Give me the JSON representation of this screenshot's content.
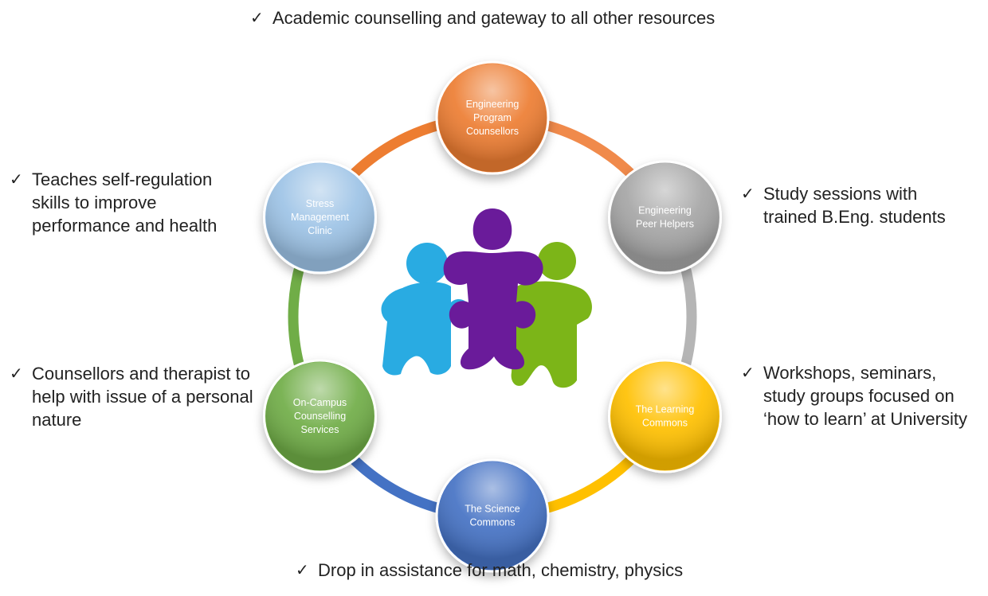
{
  "diagram": {
    "nodes": [
      {
        "id": "epc",
        "lines": [
          "Engineering",
          "Program",
          "Counsellors"
        ],
        "color": "#ed7d31",
        "ring_color": "#f08a4b"
      },
      {
        "id": "eph",
        "lines": [
          "Engineering",
          "Peer Helpers"
        ],
        "color": "#a5a5a5",
        "ring_color": "#b5b5b5"
      },
      {
        "id": "tlc",
        "lines": [
          "The Learning",
          "Commons"
        ],
        "color": "#ffc000",
        "ring_color": "#ffc000"
      },
      {
        "id": "tsc",
        "lines": [
          "The Science",
          "Commons"
        ],
        "color": "#4472c4",
        "ring_color": "#4472c4"
      },
      {
        "id": "occ",
        "lines": [
          "On-Campus",
          "Counselling",
          "Services"
        ],
        "color": "#70ad47",
        "ring_color": "#70ad47"
      },
      {
        "id": "smc",
        "lines": [
          "Stress",
          "Management",
          "Clinic"
        ],
        "color": "#9dc3e6",
        "ring_color": "#ed7d31"
      }
    ],
    "notes": {
      "top": "Academic counselling and gateway to all other resources",
      "right_top": "Study sessions with trained B.Eng. students",
      "right_bottom": "Workshops, seminars, study groups focused on ‘how to learn’ at University",
      "bottom": "Drop in assistance for math, chemistry, physics",
      "left_bottom": "Counsellors and therapist to help with issue of a personal nature",
      "left_top": "Teaches self-regulation skills to improve performance and health"
    },
    "check_mark": "✓",
    "center_icon": "puzzle-people-icon",
    "center_colors": {
      "left": "#29abe2",
      "middle": "#6a1b9a",
      "right": "#7cb518"
    }
  }
}
